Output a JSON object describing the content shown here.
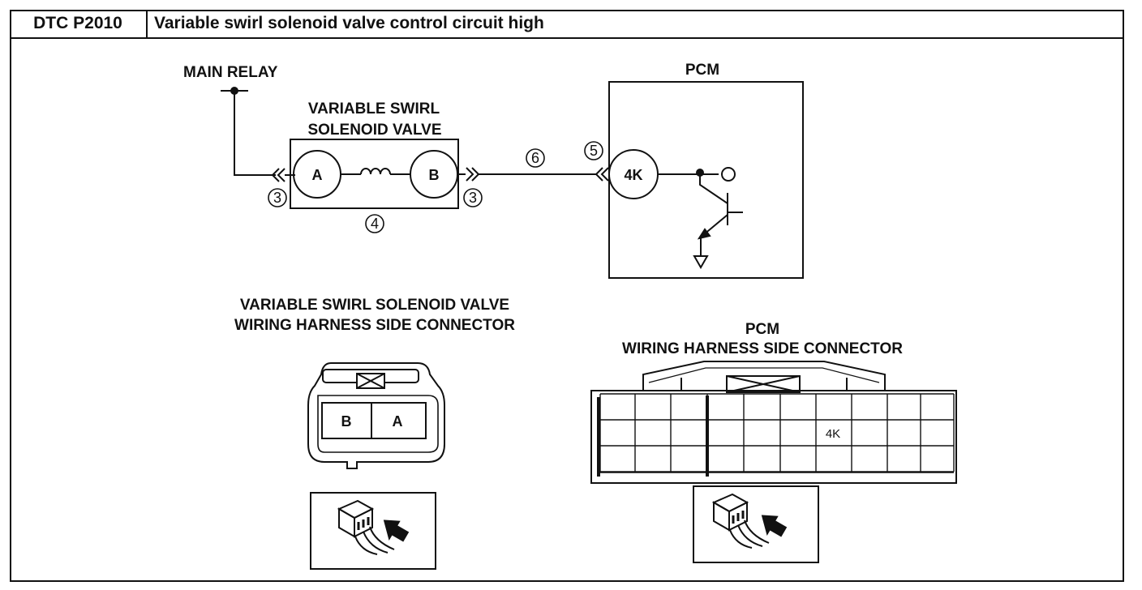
{
  "header": {
    "code": "DTC P2010",
    "title": "Variable swirl solenoid valve control circuit high"
  },
  "circuit": {
    "main_relay": "MAIN RELAY",
    "valve_label_1": "VARIABLE SWIRL",
    "valve_label_2": "SOLENOID VALVE",
    "pin_a": "A",
    "pin_b": "B",
    "pcm_label": "PCM",
    "pcm_pin": "4K",
    "callout_left_connector": "3",
    "callout_right_connector": "3",
    "callout_valve": "4",
    "callout_wire": "6",
    "callout_pcm_connector": "5"
  },
  "valve_connector": {
    "title_1": "VARIABLE SWIRL SOLENOID VALVE",
    "title_2": "WIRING HARNESS SIDE CONNECTOR",
    "pin_b": "B",
    "pin_a": "A"
  },
  "pcm_connector": {
    "title_1": "PCM",
    "title_2": "WIRING HARNESS SIDE CONNECTOR",
    "pin_label": "4K"
  }
}
